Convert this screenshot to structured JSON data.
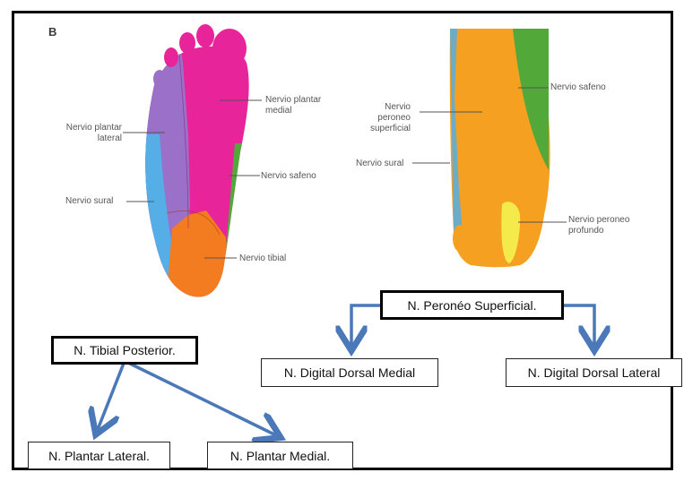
{
  "panel_label": "B",
  "plantar": {
    "labels": {
      "lateral": "Nervio plantar\nlateral",
      "medial": "Nervio plantar\nmedial",
      "safeno": "Nervio safeno",
      "sural": "Nervio sural",
      "tibial": "Nervio tibial"
    }
  },
  "dorsal": {
    "labels": {
      "peroneo_superficial": "Nervio\nperoneo\nsuperficial",
      "safeno": "Nervio safeno",
      "sural": "Nervio sural",
      "peroneo_profundo": "Nervio peroneo\nprofundo"
    }
  },
  "diagram": {
    "tibial_posterior": "N. Tibial Posterior.",
    "plantar_lateral": "N. Plantar Lateral.",
    "plantar_medial": "N. Plantar Medial.",
    "peroneo_superficial": "N. Peronéo Superficial.",
    "digital_dorsal_medial": "N. Digital Dorsal Medial",
    "digital_dorsal_lateral": "N. Digital Dorsal Lateral"
  },
  "colors": {
    "pink": "#e8249a",
    "purple": "#9a70c9",
    "blue": "#55aee5",
    "green": "#52a93a",
    "orange": "#f47c20",
    "dorsal_orange": "#f5a020",
    "yellow": "#f4ea4b",
    "arrow": "#4a78b8"
  }
}
